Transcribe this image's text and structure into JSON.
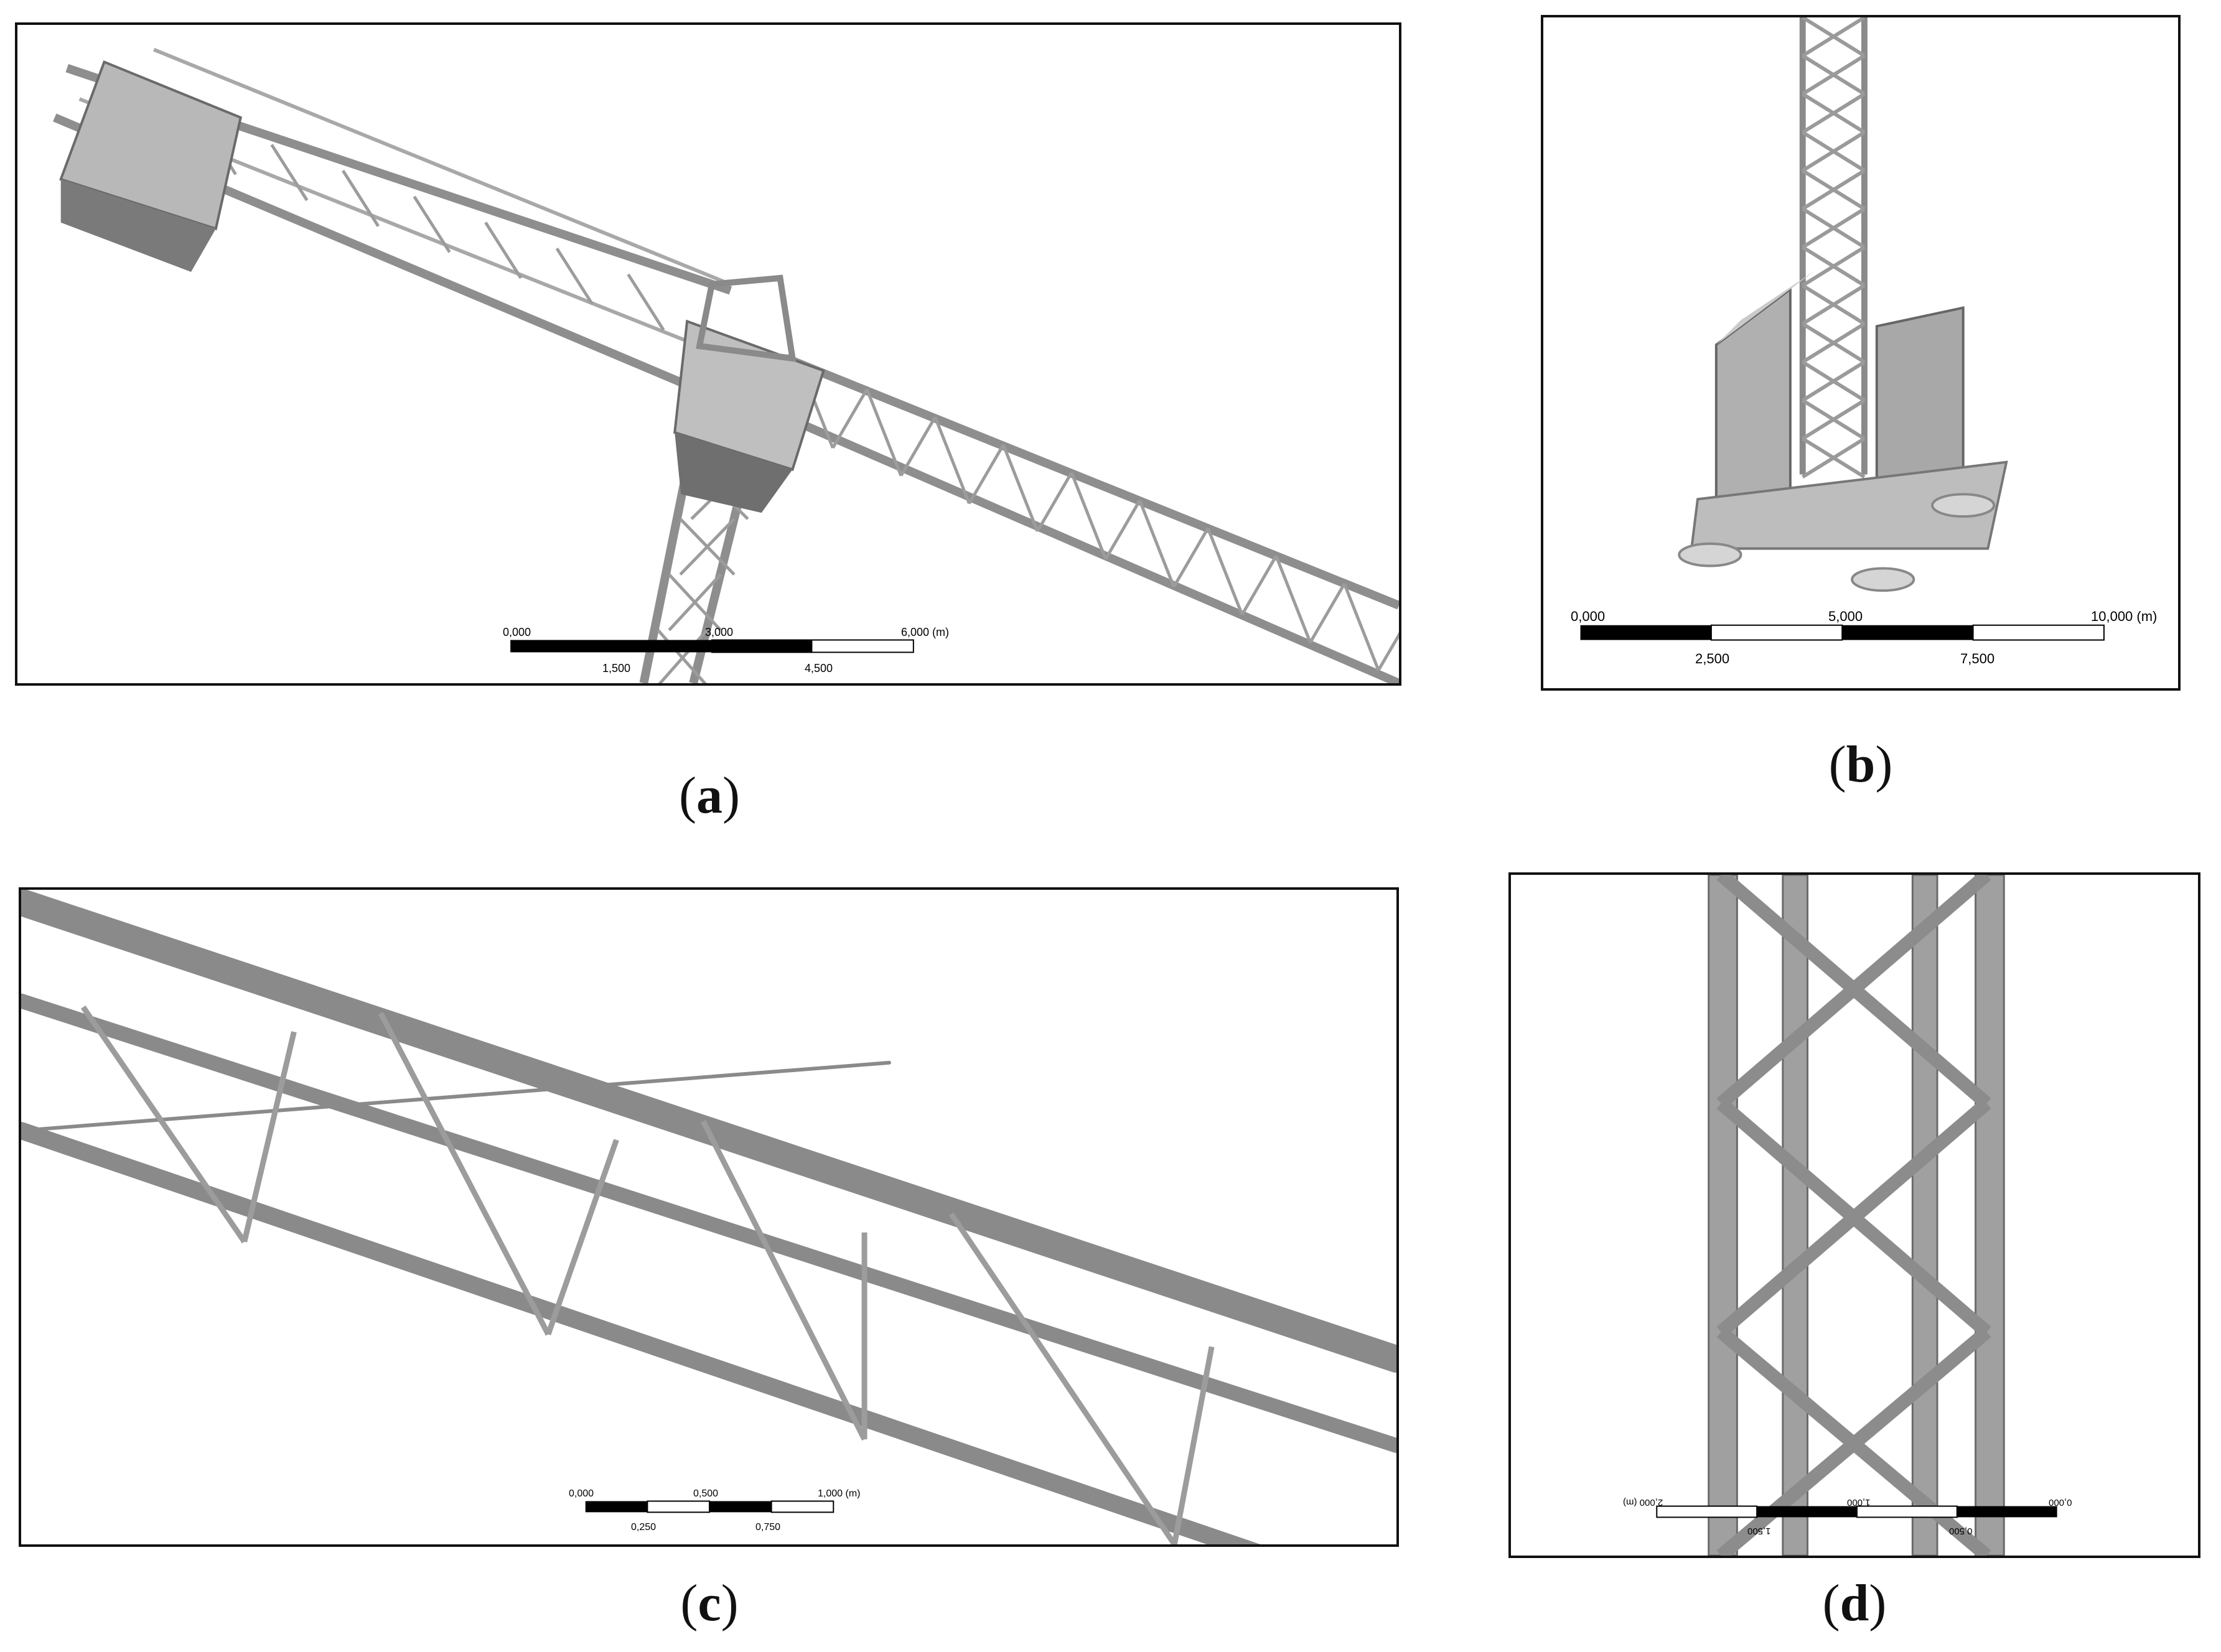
{
  "figure": {
    "panels": [
      {
        "id": "a",
        "label": "a",
        "scale_bar": {
          "top_labels": [
            "0,000",
            "3,000",
            "6,000 (m)"
          ],
          "bottom_labels": [
            "1,500",
            "4,500"
          ]
        }
      },
      {
        "id": "b",
        "label": "b",
        "scale_bar": {
          "top_labels": [
            "0,000",
            "5,000",
            "10,000 (m)"
          ],
          "bottom_labels": [
            "2,500",
            "7,500"
          ]
        }
      },
      {
        "id": "c",
        "label": "c",
        "scale_bar": {
          "top_labels": [
            "0,000",
            "0,500",
            "1,000 (m)"
          ],
          "bottom_labels": [
            "0,250",
            "0,750"
          ]
        }
      },
      {
        "id": "d",
        "label": "d",
        "scale_bar": {
          "top_labels": [
            "0,000",
            "1,000",
            "2,000 (m)"
          ],
          "bottom_labels": [
            "0,500",
            "1,500"
          ]
        }
      }
    ]
  },
  "colors": {
    "steel_light": "#c8c8c8",
    "steel_mid": "#9a9a9a",
    "steel_dark": "#6e6e6e",
    "frame": "#111111"
  }
}
